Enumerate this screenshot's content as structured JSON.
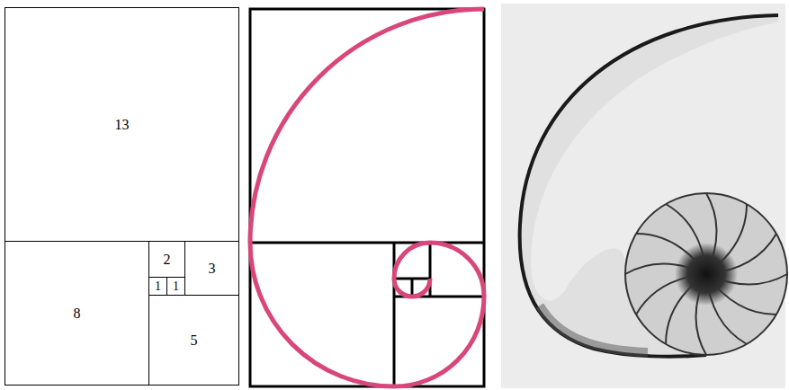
{
  "diagram": {
    "nodes": [
      {
        "text": [
          "13"
        ]
      },
      {
        "text": [
          "2"
        ]
      },
      {
        "text": [
          "3"
        ]
      },
      {
        "text": [
          "1"
        ]
      },
      {
        "text": [
          "1"
        ]
      },
      {
        "text": [
          "8"
        ]
      },
      {
        "text": [
          "5"
        ]
      }
    ]
  }
}
